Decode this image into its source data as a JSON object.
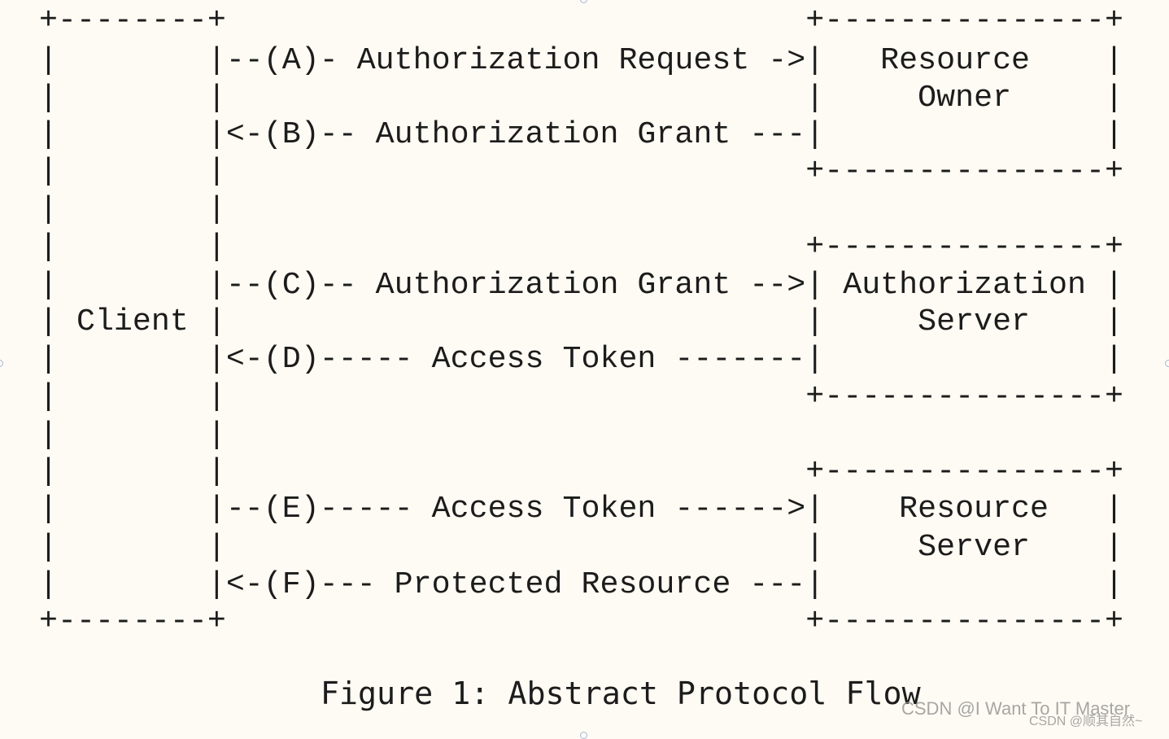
{
  "diagram": {
    "lines": [
      "+--------+                               +---------------+",
      "|        |--(A)- Authorization Request ->|   Resource    |",
      "|        |                               |     Owner     |",
      "|        |<-(B)-- Authorization Grant ---|               |",
      "|        |                               +---------------+",
      "|        |",
      "|        |                               +---------------+",
      "|        |--(C)-- Authorization Grant -->| Authorization |",
      "| Client |                               |     Server    |",
      "|        |<-(D)----- Access Token -------|               |",
      "|        |                               +---------------+",
      "|        |",
      "|        |                               +---------------+",
      "|        |--(E)----- Access Token ------>|    Resource   |",
      "|        |                               |     Server    |",
      "|        |<-(F)--- Protected Resource ---|               |",
      "+--------+                               +---------------+"
    ],
    "caption": "               Figure 1: Abstract Protocol Flow"
  },
  "watermark": {
    "primary": "CSDN @I Want To IT Master",
    "secondary": "CSDN @顺其自然~"
  }
}
